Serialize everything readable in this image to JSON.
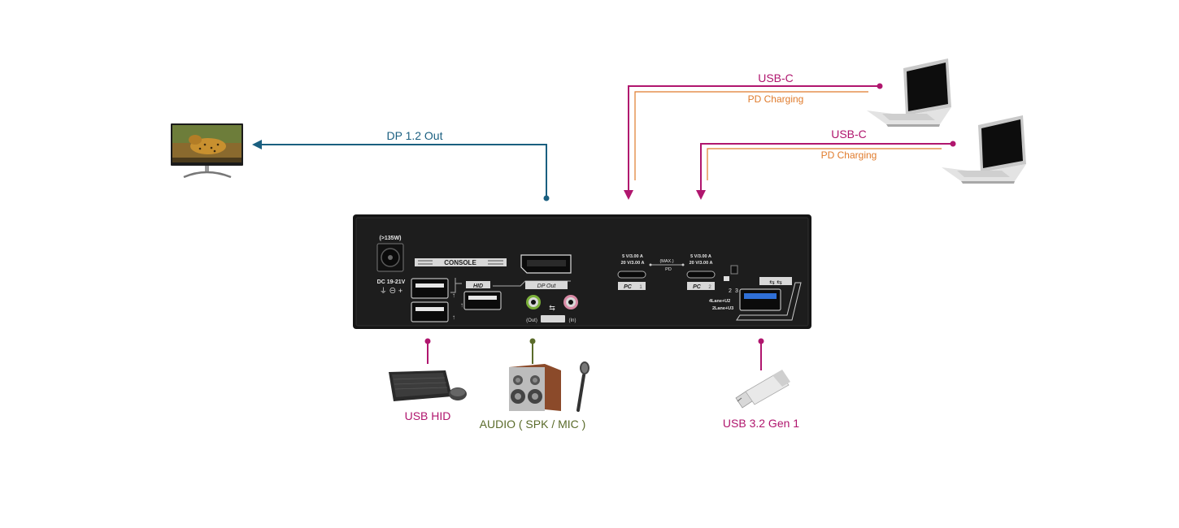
{
  "labels": {
    "dp_out": "DP 1.2 Out",
    "usb_c_1": "USB-C",
    "pd_charging_1": "PD Charging",
    "usb_c_2": "USB-C",
    "pd_charging_2": "PD Charging",
    "usb_hid": "USB HID",
    "audio": "AUDIO ( SPK / MIC )",
    "usb_32": "USB 3.2 Gen 1"
  },
  "panel": {
    "power_rating": "(>135W)",
    "dc_input": "DC 19-21V",
    "console": "CONSOLE",
    "hid": "HID",
    "dp_out": "DP Out",
    "audio_out": "(Out)",
    "audio_in": "(In)",
    "pc1_spec_line1": "5 V/3.00 A",
    "pc1_spec_line2": "20 V/3.00 A",
    "max_pd_line1": "(MAX.)",
    "max_pd_line2": "PD",
    "pc2_spec_line1": "5 V/3.00 A",
    "pc2_spec_line2": "20 V/3.00 A",
    "pc1_label": "PC",
    "pc1_num": "1",
    "pc2_label": "PC",
    "pc2_num": "2",
    "switch_num_2": "2",
    "switch_num_3": "3",
    "lane_1": "4Lane+U2",
    "lane_2": "2Lane+U3"
  },
  "colors": {
    "dp": "#1a5f80",
    "usb_c": "#b0166e",
    "pd": "#e07b2c",
    "audio": "#5a6b2a",
    "hid": "#b0166e",
    "usb32": "#b0166e"
  },
  "icons": [
    "monitor-icon",
    "laptop-icon",
    "keyboard-mouse-icon",
    "speaker-icon",
    "microphone-icon",
    "usb-flash-drive-icon"
  ]
}
